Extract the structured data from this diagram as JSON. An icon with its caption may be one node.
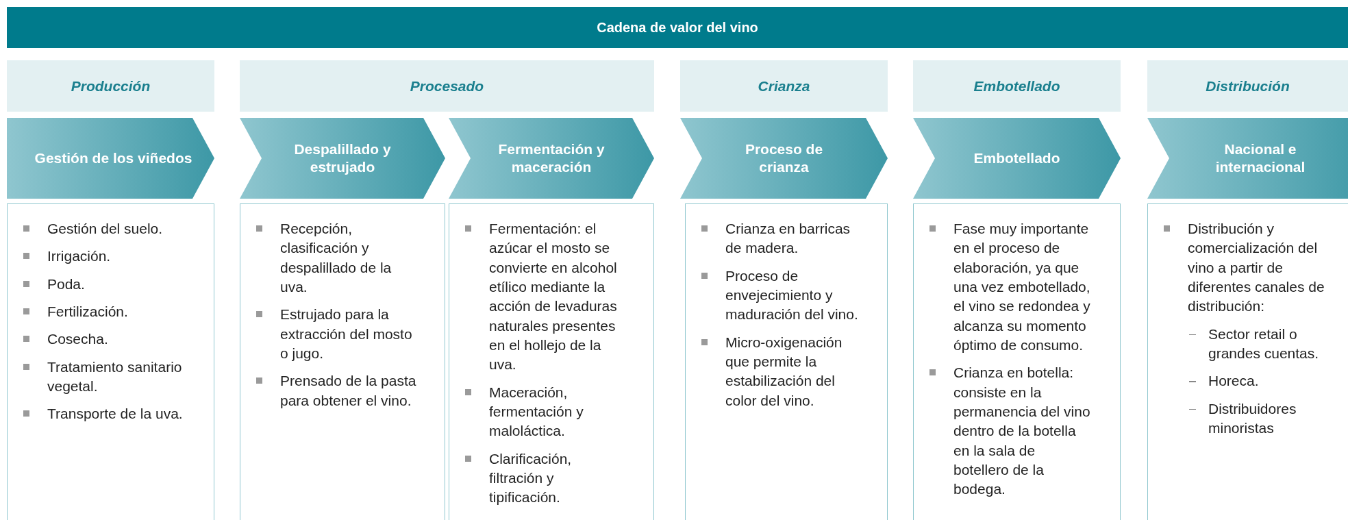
{
  "diagram": {
    "title": "Cadena de valor del vino",
    "nodes": [
      {
        "text": [
          "Producción"
        ]
      },
      {
        "text": [
          "Procesado"
        ]
      },
      {
        "text": [
          "Crianza"
        ]
      },
      {
        "text": [
          "Embotellado"
        ]
      },
      {
        "text": [
          "Distribución"
        ]
      },
      {
        "text": [
          "Gestión de los viñedos"
        ]
      },
      {
        "text": [
          "Despalillado y estrujado"
        ]
      },
      {
        "text": [
          "Fermentación y maceración"
        ]
      },
      {
        "text": [
          "Proceso de crianza"
        ]
      },
      {
        "text": [
          "Embotellado"
        ]
      },
      {
        "text": [
          "Nacional e internacional"
        ]
      },
      {
        "text": [
          "Gestión del suelo.",
          "Irrigación.",
          "Poda.",
          "Fertilización.",
          "Cosecha.",
          "Tratamiento sanitario vegetal.",
          "Transporte de la uva."
        ]
      },
      {
        "text": [
          "Recepción, clasificación y despalillado de la uva.",
          "Estrujado para la extracción del mosto o jugo.",
          "Prensado de la pasta para obtener el vino."
        ]
      },
      {
        "text": [
          "Fermentación: el azúcar el mosto se convierte en alcohol etílico mediante la acción de levaduras naturales presentes en el hollejo de la uva.",
          "Maceración, fermentación y maloláctica.",
          "Clarificación, filtración y tipificación."
        ]
      },
      {
        "text": [
          "Crianza en barricas de madera.",
          "Proceso de envejecimiento y maduración del vino.",
          "Micro-oxigenación que permite la estabilización del color del vino."
        ]
      },
      {
        "text": [
          "Fase muy importante en el proceso de elaboración, ya que una vez embotellado, el vino se redondea y alcanza su momento óptimo de consumo.",
          "Crianza en botella: consiste en la permanencia del vino dentro de la botella en la sala de botellero de la bodega."
        ]
      },
      {
        "text": [
          "Distribución y comercialización del vino a partir de diferentes canales de distribución:",
          "Sector retail o grandes cuentas.",
          "Horeca.",
          "Distribuidores minoristas"
        ]
      }
    ]
  }
}
